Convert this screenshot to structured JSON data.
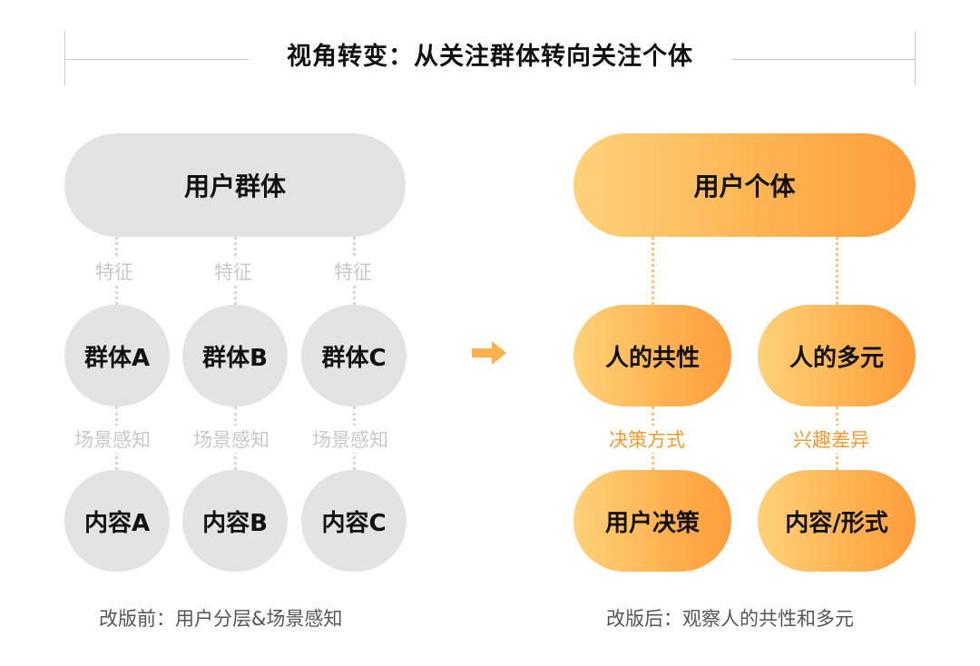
{
  "title": "视角转变：从关注群体转向关注个体",
  "left": {
    "top": "用户群体",
    "feature_labels": [
      "特征",
      "特征",
      "特征"
    ],
    "groups": [
      "群体A",
      "群体B",
      "群体C"
    ],
    "scene_labels": [
      "场景感知",
      "场景感知",
      "场景感知"
    ],
    "contents": [
      "内容A",
      "内容B",
      "内容C"
    ],
    "caption": "改版前：用户分层&场景感知"
  },
  "right": {
    "top": "用户个体",
    "traits": [
      "人的共性",
      "人的多元"
    ],
    "mid_labels": [
      "决策方式",
      "兴趣差异"
    ],
    "results": [
      "用户决策",
      "内容/形式"
    ],
    "caption": "改版后：观察人的共性和多元"
  },
  "colors": {
    "gray": "#e3e3e3",
    "orange_start": "#ffd27a",
    "orange_end": "#ff9d3c",
    "orange_text": "#f59a2f",
    "arrow": "#ffb04a"
  },
  "icons": {
    "transition": "arrow-right-icon"
  }
}
